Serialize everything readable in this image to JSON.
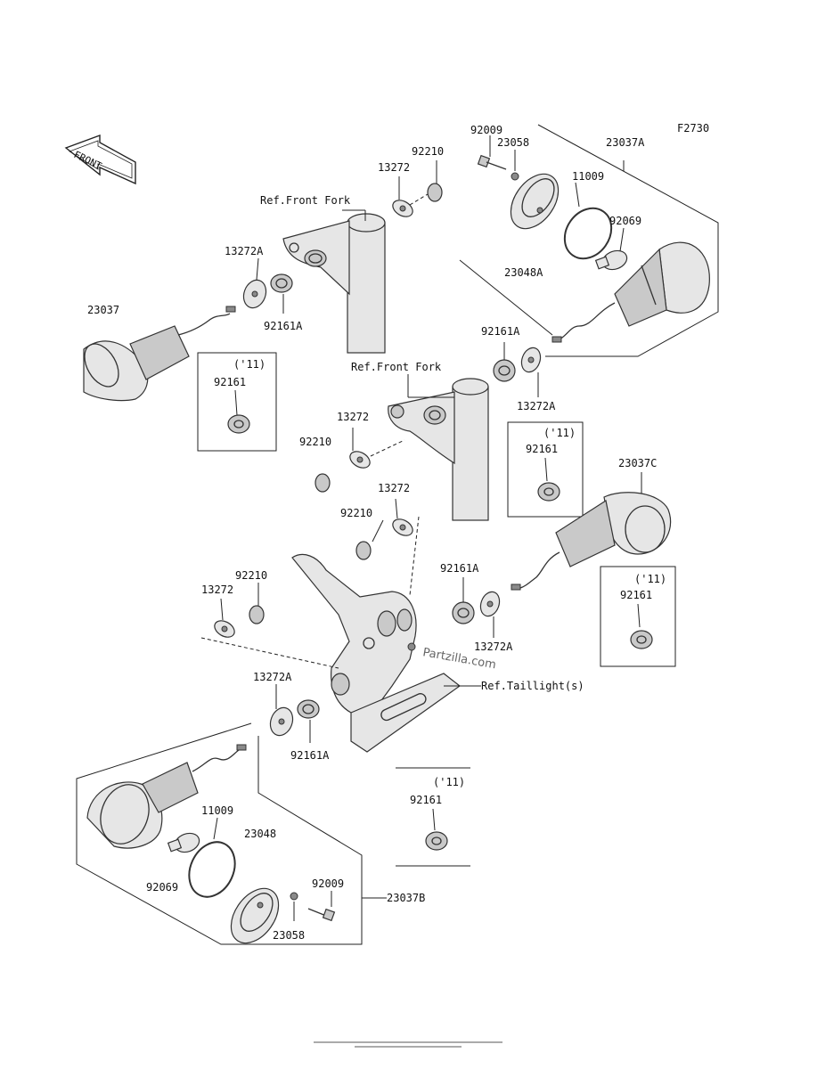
{
  "figure_code": "F2730",
  "front_arrow": "FRONT",
  "watermark": "Partzilla.com",
  "refs": {
    "front_fork_upper": "Ref.Front Fork",
    "front_fork_lower": "Ref.Front Fork",
    "taillights": "Ref.Taillight(s)"
  },
  "parts": {
    "p92009_top": "92009",
    "p23058_top": "23058",
    "p23037A": "23037A",
    "p11009_top": "11009",
    "p92069_top": "92069",
    "p23048A": "23048A",
    "p92210_top": "92210",
    "p13272_top": "13272",
    "p13272A_left": "13272A",
    "p23037": "23037",
    "p92161A_left": "92161A",
    "p92161A_right_top": "92161A",
    "p13272A_right_top": "13272A",
    "p13272_mid": "13272",
    "p92210_mid": "92210",
    "p13272_mid2": "13272",
    "p92210_mid2": "92210",
    "p23037C": "23037C",
    "p92161A_mid": "92161A",
    "p13272A_mid": "13272A",
    "p92210_low": "92210",
    "p13272_low": "13272",
    "p13272A_bottom": "13272A",
    "p92161A_bottom": "92161A",
    "p11009_bottom": "11009",
    "p23048": "23048",
    "p92069_bottom": "92069",
    "p92009_bottom": "92009",
    "p23037B": "23037B",
    "p23058_bottom": "23058"
  },
  "year_boxes": [
    {
      "year": "('11)",
      "part": "92161"
    },
    {
      "year": "('11)",
      "part": "92161"
    },
    {
      "year": "('11)",
      "part": "92161"
    },
    {
      "year": "('11)",
      "part": "92161"
    }
  ]
}
